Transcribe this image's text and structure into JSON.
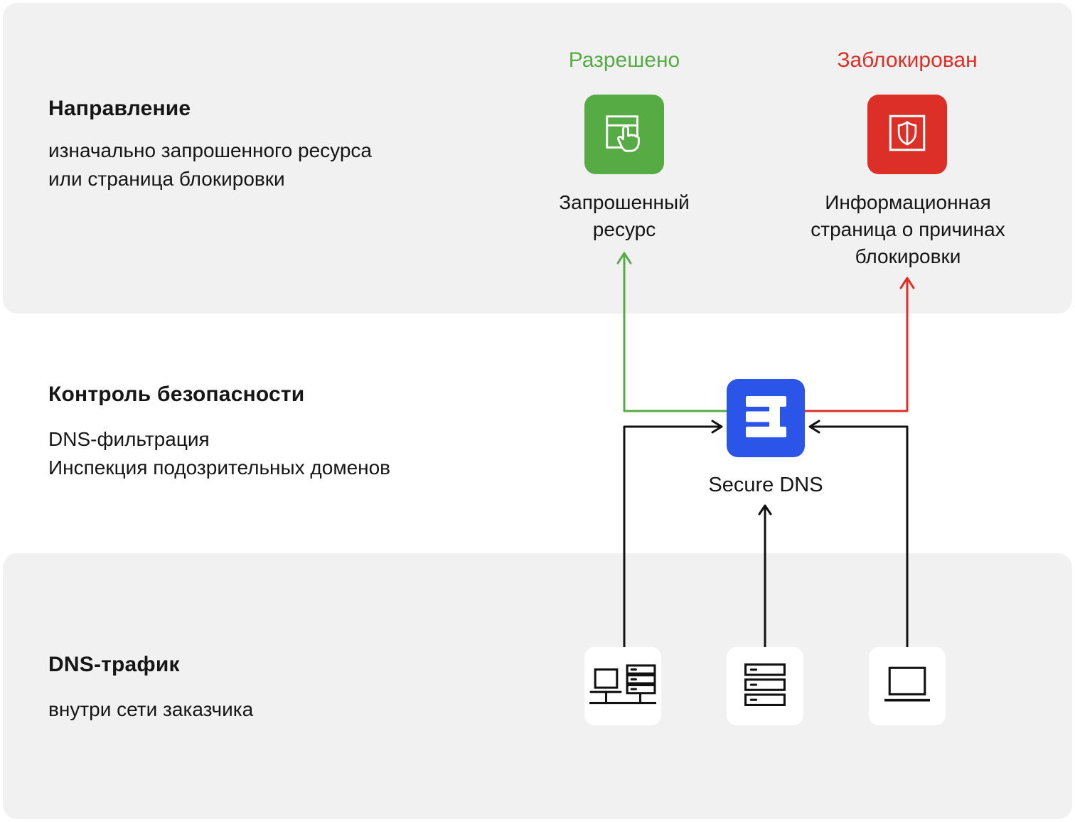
{
  "colors": {
    "band_bg": "#f1f1f2",
    "green": "#57ab45",
    "red": "#dc2f27",
    "blue": "#2b55e8",
    "text": "#161616",
    "line_black": "#111111"
  },
  "direction_section": {
    "title": "Направление",
    "line1": "изначально запрошенного ресурса",
    "line2": "или страница блокировки"
  },
  "control_section": {
    "title": "Контроль безопасности",
    "line1": "DNS-фильтрация",
    "line2": "Инспекция подозрительных доменов"
  },
  "traffic_section": {
    "title": "DNS-трафик",
    "line1": "внутри сети заказчика"
  },
  "allowed": {
    "label": "Разрешено",
    "caption1": "Запрошенный",
    "caption2": "ресурс",
    "icon": "browser-click-icon"
  },
  "blocked": {
    "label": "Заблокирован",
    "caption1": "Информационная",
    "caption2": "страница о причинах",
    "caption3": "блокировки",
    "icon": "shield-icon"
  },
  "secure_dns": {
    "label": "Secure DNS",
    "icon": "dns-server-icon"
  },
  "devices": {
    "left_icon": "workstation-icon",
    "middle_icon": "server-rack-icon",
    "right_icon": "laptop-icon"
  }
}
